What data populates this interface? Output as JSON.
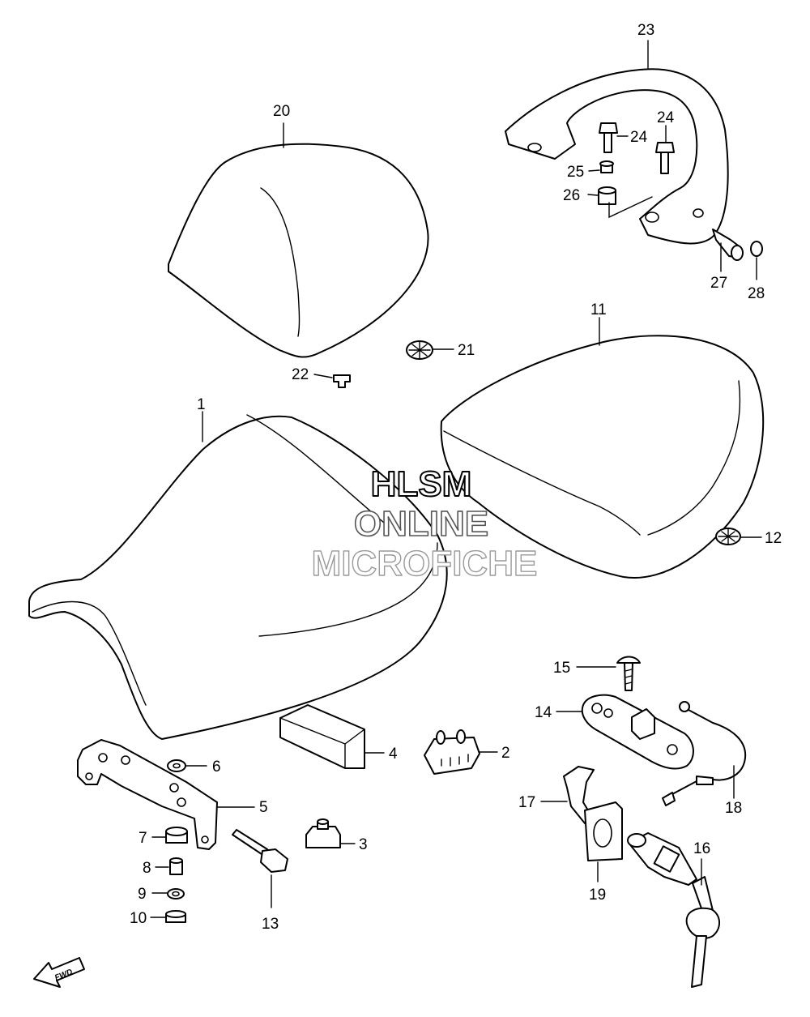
{
  "watermark": {
    "line1": "HLSM",
    "line2": "ONLINE",
    "line3": "MICROFICHE"
  },
  "fwd_badge": "FWD",
  "callouts": {
    "p1": "1",
    "p2": "2",
    "p3": "3",
    "p4": "4",
    "p5": "5",
    "p6": "6",
    "p7": "7",
    "p8": "8",
    "p9": "9",
    "p10": "10",
    "p11": "11",
    "p12": "12",
    "p13": "13",
    "p14": "14",
    "p15": "15",
    "p16": "16",
    "p17": "17",
    "p18": "18",
    "p19": "19",
    "p20": "20",
    "p21": "21",
    "p22": "22",
    "p23": "23",
    "p24a": "24",
    "p24b": "24",
    "p25": "25",
    "p26": "26",
    "p27": "27",
    "p28": "28"
  },
  "colors": {
    "ink": "#000000",
    "paper": "#ffffff",
    "watermark_outline": "#000000",
    "watermark_light": "#9a9a9a"
  }
}
